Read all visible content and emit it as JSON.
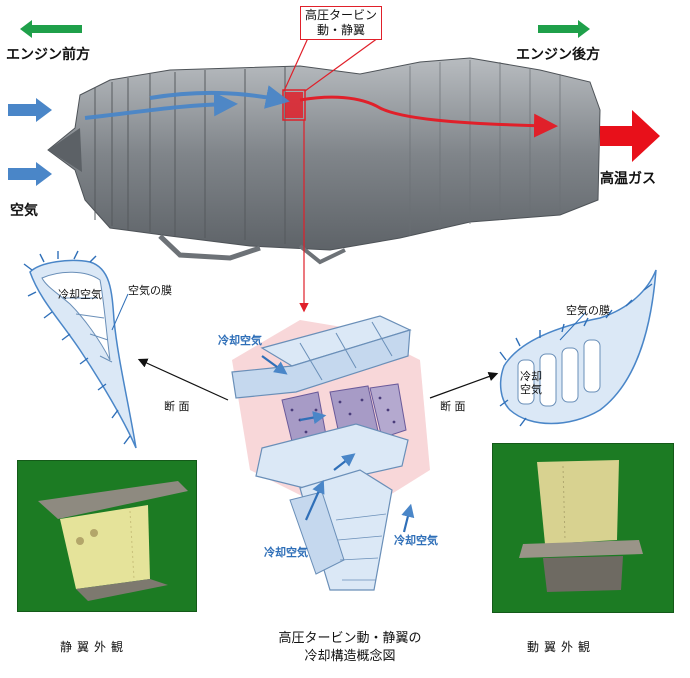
{
  "labels": {
    "engine_front": "エンジン前方",
    "engine_rear": "エンジン後方",
    "air": "空気",
    "hot_gas": "高温ガス",
    "turbine_line1": "高圧タービン",
    "turbine_line2": "動・静翼",
    "cooling_air_left": "冷却空気",
    "air_film_left": "空気の膜",
    "air_film_right": "空気の膜",
    "cooling_air_right_1": "冷却",
    "cooling_air_right_2": "空気",
    "cooling_air_center_top": "冷却空気",
    "cooling_air_center_bottom": "冷却空気",
    "cooling_air_center_right": "冷却空気",
    "section_left": "断 面",
    "section_right": "断 面",
    "stator_exterior": "静翼外観",
    "rotor_exterior": "動翼外観",
    "main_title_line1": "高圧タービン動・静翼の",
    "main_title_line2": "冷却構造概念図"
  },
  "colors": {
    "air_arrow": "#4a86c8",
    "hot_arrow": "#e0202a",
    "direction_arrow": "#1fa04a",
    "engine_body": "#8f9397",
    "photo_bg": "#1c7b23",
    "blade_fill": "#dbe8f6",
    "pink_plane": "#f6c9cc"
  }
}
